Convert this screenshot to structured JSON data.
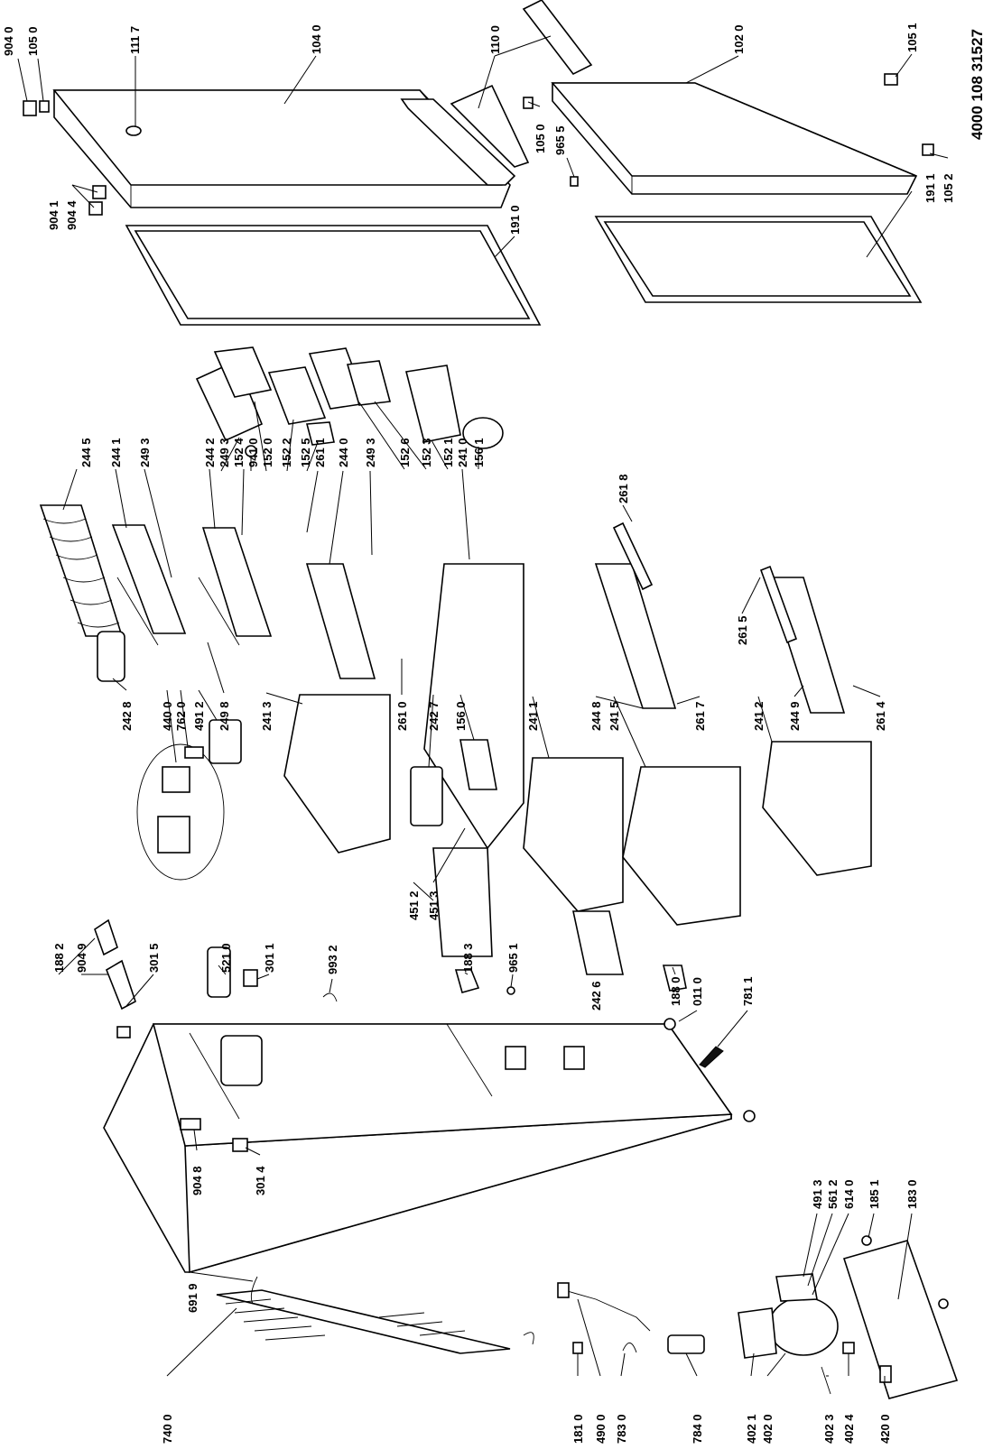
{
  "document_number": "4000 108 31527",
  "part_labels": {
    "p9040a": "904 0",
    "p1050a": "105 0",
    "p1117": "111 7",
    "p1040": "104 0",
    "p1100": "110 0",
    "p1020": "102 0",
    "p1051": "105 1",
    "p1050b": "105 0",
    "p9655": "965 5",
    "p1052": "105 2",
    "p1911": "191 1",
    "p9041": "904 1",
    "p9044": "904 4",
    "p1910": "191 0",
    "p2445": "244 5",
    "p2441": "244 1",
    "p2493a": "249 3",
    "p2442": "244 2",
    "p2493b": "249 3",
    "p1524": "152 4",
    "p9410": "941 0",
    "p1520": "152 0",
    "p1522": "152 2",
    "p1525": "152 5",
    "p2611": "261 1",
    "p2440": "244 0",
    "p2493c": "249 3",
    "p1526": "152 6",
    "p1523": "152 3",
    "p1521": "152 1",
    "p2410": "241 0",
    "p1561": "156 1",
    "p2618": "261 8",
    "p2615": "261 5",
    "p2428": "242 8",
    "p4400": "440 0",
    "p7620": "762 0",
    "p4912": "491 2",
    "p2498": "249 8",
    "p2413": "241 3",
    "p2610": "261 0",
    "p2427": "242 7",
    "p1560": "156 0",
    "p2411": "241 1",
    "p2448": "244 8",
    "p2415": "241 5",
    "p2617": "261 7",
    "p2412": "241 2",
    "p2449": "244 9",
    "p2614": "261 4",
    "p1882": "188 2",
    "p9049": "904 9",
    "p3015": "301 5",
    "p5210": "521 0",
    "p3011": "301 1",
    "p9932": "993 2",
    "p4512": "451 2",
    "p4513": "451 3",
    "p1883": "188 3",
    "p9651": "965 1",
    "p2426": "242 6",
    "p1880": "188 0",
    "p0110": "011 0",
    "p7811": "781 1",
    "p9048": "904 8",
    "p3014": "301 4",
    "p6919": "691 9",
    "p7400": "740 0",
    "p1810": "181 0",
    "p4900": "490 0",
    "p7830": "783 0",
    "p7840": "784 0",
    "p4021": "402 1",
    "p4020": "402 0",
    "p4023": "402 3",
    "p4024": "402 4",
    "p4200": "420 0",
    "p4913": "491 3",
    "p5612": "561 2",
    "p6140": "614 0",
    "p1851": "185 1",
    "p1830": "183 0"
  }
}
